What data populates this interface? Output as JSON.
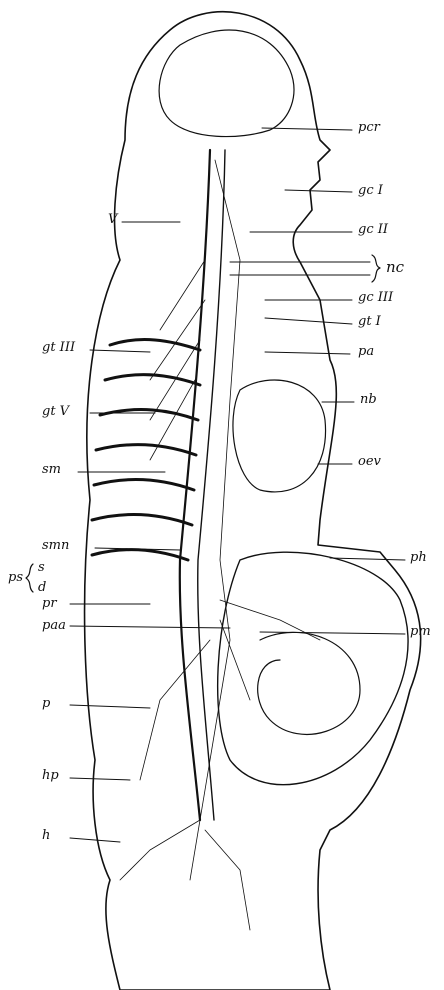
{
  "labels": {
    "pcr": "pcr",
    "gc1": "gc I",
    "v": "V",
    "gc2": "gc II",
    "nc": "nc",
    "gc3": "gc III",
    "gt1": "gt I",
    "gt3": "gt III",
    "pa": "pa",
    "gt5": "gt V",
    "nb": "nb",
    "sm": "sm",
    "oev": "oev",
    "smn": "smn",
    "ph": "ph",
    "ps": "ps",
    "s": "s",
    "d": "d",
    "pr": "pr",
    "pm": "pm",
    "paa": "paa",
    "p": "p",
    "hp": "hp",
    "h": "h"
  },
  "colors": {
    "ink": "#111111",
    "paper": "#ffffff"
  }
}
